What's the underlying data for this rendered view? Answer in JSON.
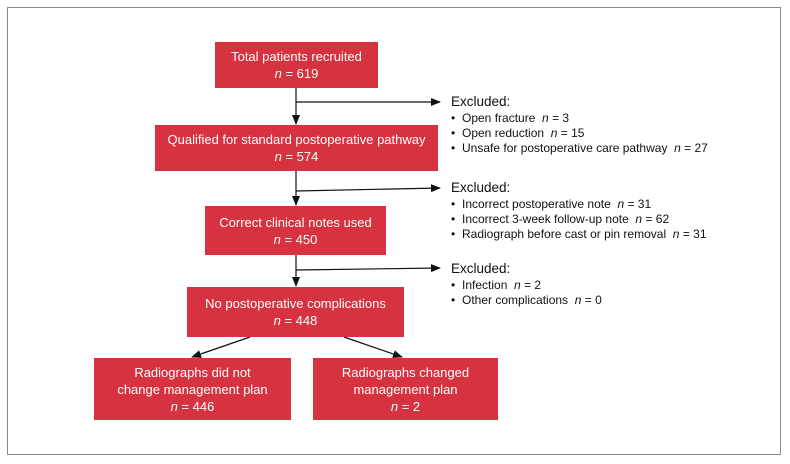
{
  "boxes": {
    "recruited": {
      "title": "Total patients recruited",
      "n_label": "n",
      "n_value": "= 619"
    },
    "qualified": {
      "title": "Qualified for standard postoperative pathway",
      "n_label": "n",
      "n_value": "= 574"
    },
    "correct_notes": {
      "title": "Correct clinical notes used",
      "n_label": "n",
      "n_value": "= 450"
    },
    "no_complications": {
      "title": "No postoperative complications",
      "n_label": "n",
      "n_value": "= 448"
    },
    "not_changed": {
      "title_line1": "Radiographs did not",
      "title_line2": "change management plan",
      "n_label": "n",
      "n_value": "= 446"
    },
    "changed": {
      "title_line1": "Radiographs changed",
      "title_line2": "management plan",
      "n_label": "n",
      "n_value": "= 2"
    }
  },
  "exclusions": [
    {
      "heading": "Excluded:",
      "items": [
        {
          "text": "Open fracture",
          "n_label": "n",
          "n_value": "= 3"
        },
        {
          "text": "Open reduction",
          "n_label": "n",
          "n_value": "= 15"
        },
        {
          "text": "Unsafe for postoperative care pathway",
          "n_label": "n",
          "n_value": "= 27"
        }
      ]
    },
    {
      "heading": "Excluded:",
      "items": [
        {
          "text": "Incorrect postoperative note",
          "n_label": "n",
          "n_value": "= 31"
        },
        {
          "text": "Incorrect 3-week follow-up note",
          "n_label": "n",
          "n_value": "= 62"
        },
        {
          "text": "Radiograph before cast or pin removal",
          "n_label": "n",
          "n_value": "= 31"
        }
      ]
    },
    {
      "heading": "Excluded:",
      "items": [
        {
          "text": "Infection",
          "n_label": "n",
          "n_value": "= 2"
        },
        {
          "text": "Other complications",
          "n_label": "n",
          "n_value": "= 0"
        }
      ]
    }
  ],
  "colors": {
    "box_fill": "#d7323f",
    "box_text": "#ffffff",
    "line": "#111111",
    "frame": "#8a8a8a"
  }
}
